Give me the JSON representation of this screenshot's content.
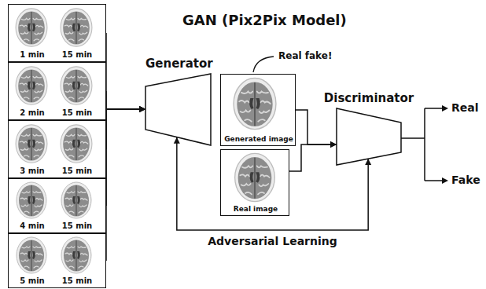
{
  "diagram": {
    "title": "GAN (Pix2Pix Model)",
    "nodes": [
      {
        "text": [
          "1 min",
          "15 min"
        ]
      },
      {
        "text": [
          "2 min",
          "15 min"
        ]
      },
      {
        "text": [
          "3 min",
          "15 min"
        ]
      },
      {
        "text": [
          "4 min",
          "15 min"
        ]
      },
      {
        "text": [
          "5 min",
          "15 min"
        ]
      },
      {
        "text": [
          "Generator"
        ]
      },
      {
        "text": [
          "Generated image"
        ]
      },
      {
        "text": [
          "Real image"
        ]
      },
      {
        "text": [
          "Discriminator"
        ]
      }
    ],
    "edges": [
      {
        "from": 0,
        "to": 5,
        "arrow": "to"
      },
      {
        "from": 1,
        "to": 5,
        "arrow": "to"
      },
      {
        "from": 2,
        "to": 5,
        "arrow": "to"
      },
      {
        "from": 3,
        "to": 5,
        "arrow": "to"
      },
      {
        "from": 4,
        "to": 5,
        "arrow": "to"
      },
      {
        "from": 6,
        "to": 8,
        "arrow": "to"
      },
      {
        "from": 7,
        "to": 8,
        "arrow": "to"
      },
      {
        "from": 8,
        "to": 5,
        "arrow": "both",
        "label": "Adversarial Learning"
      }
    ],
    "labels": [
      "Real fake!",
      "Real",
      "Fake"
    ]
  }
}
